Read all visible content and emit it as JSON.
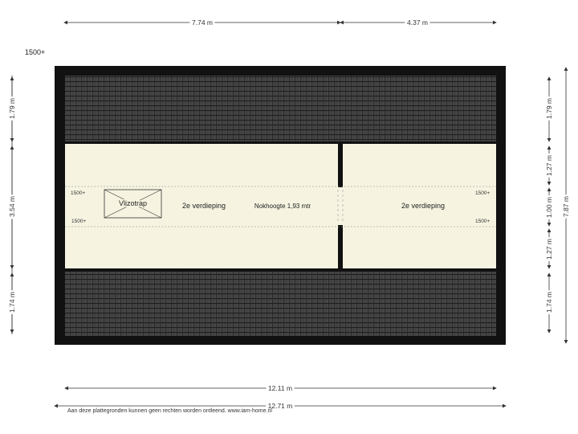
{
  "level_label": "1500+",
  "dimensions": {
    "top_left": "7.74 m",
    "top_right": "4.37 m",
    "bottom_inner": "12.11 m",
    "bottom_outer": "12.71 m",
    "left_top": "1.79 m",
    "left_middle": "3.54 m",
    "left_bottom": "1.74 m",
    "right_top": "1.79 m",
    "right_upper_mid": "1.27 m",
    "right_center": "1.00 m",
    "right_lower_mid": "1.27 m",
    "right_bottom": "1.74 m",
    "right_total": "7.87 m"
  },
  "rooms": {
    "left_room": "2e verdieping",
    "right_room": "2e verdieping",
    "stair": "Vlizotrap",
    "ridge_note": "Nokhoogte 1,93 mtr"
  },
  "height_marks": {
    "left_upper": "1500+",
    "left_lower": "1500+",
    "right_upper": "1500+",
    "right_lower": "1500+"
  },
  "colors": {
    "floor": "#f6f4e1",
    "roof": "#3a3a3a",
    "wall": "#111111",
    "dimension_line": "#333333"
  },
  "footer": {
    "disclaimer": "Aan deze plattegronden kunnen geen rechten worden ontleend. www.iam-home.nl"
  }
}
